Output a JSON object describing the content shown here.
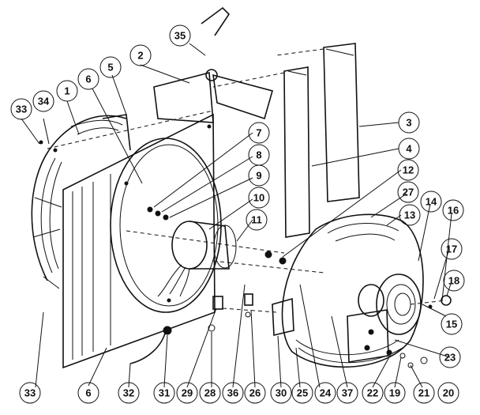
{
  "callouts": [
    {
      "id": "c1",
      "label": "1"
    },
    {
      "id": "c2",
      "label": "2"
    },
    {
      "id": "c3",
      "label": "3"
    },
    {
      "id": "c4",
      "label": "4"
    },
    {
      "id": "c5",
      "label": "5"
    },
    {
      "id": "c6a",
      "label": "6"
    },
    {
      "id": "c6b",
      "label": "6"
    },
    {
      "id": "c7",
      "label": "7"
    },
    {
      "id": "c8",
      "label": "8"
    },
    {
      "id": "c9",
      "label": "9"
    },
    {
      "id": "c10",
      "label": "10"
    },
    {
      "id": "c11",
      "label": "11"
    },
    {
      "id": "c12",
      "label": "12"
    },
    {
      "id": "c13",
      "label": "13"
    },
    {
      "id": "c14",
      "label": "14"
    },
    {
      "id": "c15",
      "label": "15"
    },
    {
      "id": "c16",
      "label": "16"
    },
    {
      "id": "c17",
      "label": "17"
    },
    {
      "id": "c18",
      "label": "18"
    },
    {
      "id": "c19",
      "label": "19"
    },
    {
      "id": "c20",
      "label": "20"
    },
    {
      "id": "c21",
      "label": "21"
    },
    {
      "id": "c22",
      "label": "22"
    },
    {
      "id": "c23",
      "label": "23"
    },
    {
      "id": "c24",
      "label": "24"
    },
    {
      "id": "c25",
      "label": "25"
    },
    {
      "id": "c26",
      "label": "26"
    },
    {
      "id": "c27",
      "label": "27"
    },
    {
      "id": "c28",
      "label": "28"
    },
    {
      "id": "c29",
      "label": "29"
    },
    {
      "id": "c30",
      "label": "30"
    },
    {
      "id": "c31",
      "label": "31"
    },
    {
      "id": "c32",
      "label": "32"
    },
    {
      "id": "c33a",
      "label": "33"
    },
    {
      "id": "c33b",
      "label": "33"
    },
    {
      "id": "c34",
      "label": "34"
    },
    {
      "id": "c35",
      "label": "35"
    },
    {
      "id": "c36",
      "label": "36"
    },
    {
      "id": "c37",
      "label": "37"
    }
  ]
}
